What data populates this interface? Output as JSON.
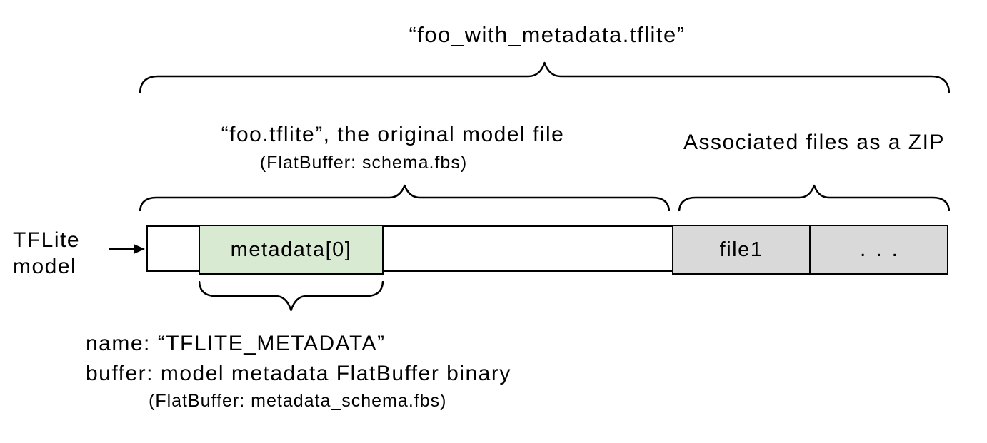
{
  "diagram": {
    "title": "“foo_with_metadata.tflite”",
    "model_file": {
      "label": "“foo.tflite”, the original model file",
      "sublabel": "(FlatBuffer: schema.fbs)"
    },
    "associated_files": {
      "label": "Associated files as a ZIP"
    },
    "model_pointer": {
      "line1": "TFLite",
      "line2": "model"
    },
    "bar": {
      "metadata_segment": "metadata[0]",
      "file1_segment": "file1",
      "more_segment": "..."
    },
    "metadata_note": {
      "line1": "name: “TFLITE_METADATA”",
      "line2": "buffer: model metadata FlatBuffer binary",
      "line3": "(FlatBuffer: metadata_schema.fbs)"
    },
    "colors": {
      "metadata_fill": "#d9ead3",
      "associated_fill": "#d9d9d9",
      "outline": "#000000",
      "background": "#ffffff"
    }
  }
}
